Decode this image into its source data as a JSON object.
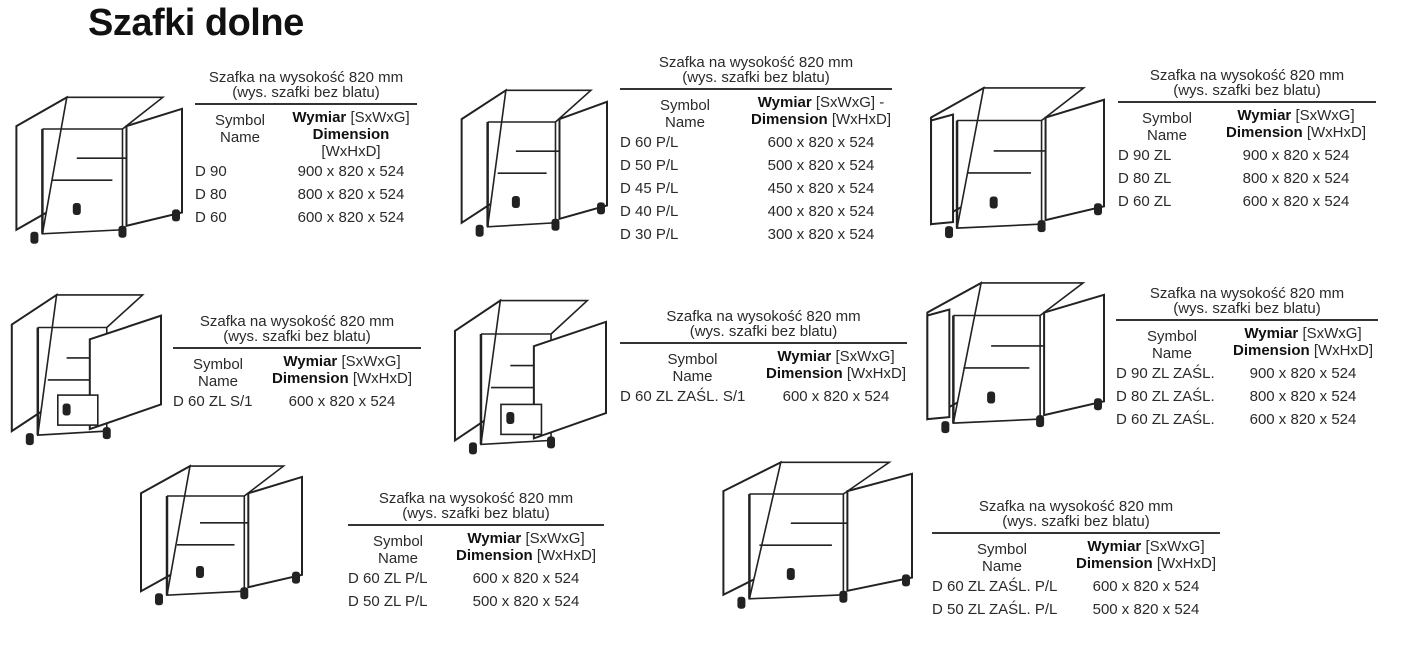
{
  "title": "Szafki dolne",
  "blocks": [
    {
      "caption1": "Szafka na wysokość 820 mm",
      "caption2": "(wys. szafki bez blatu)",
      "symbol": "Symbol",
      "name": "Name",
      "wymiar": "Wymiar",
      "sxwxg": "[SxWxG]",
      "dimension": "Dimension",
      "wxhxd": "[WxHxD]",
      "extra": "",
      "rows": [
        {
          "s": "D 90",
          "d": "900 x 820 x 524"
        },
        {
          "s": "D 80",
          "d": "800 x 820 x 524"
        },
        {
          "s": "D 60",
          "d": "600 x 820 x 524"
        }
      ]
    },
    {
      "caption1": "Szafka na wysokość 820 mm",
      "caption2": "(wys. szafki bez blatu)",
      "symbol": "Symbol",
      "name": "Name",
      "wymiar": "Wymiar",
      "sxwxg": "[SxWxG]",
      "dimension": "Dimension",
      "wxhxd": "[WxHxD]",
      "extra": " -",
      "rows": [
        {
          "s": "D 60 P/L",
          "d": "600 x 820 x 524"
        },
        {
          "s": "D 50 P/L",
          "d": "500 x 820 x 524"
        },
        {
          "s": "D 45 P/L",
          "d": "450 x 820 x 524"
        },
        {
          "s": "D 40 P/L",
          "d": "400 x 820 x 524"
        },
        {
          "s": "D 30 P/L",
          "d": "300 x 820 x 524"
        }
      ]
    },
    {
      "caption1": "Szafka na wysokość 820 mm",
      "caption2": "(wys. szafki bez blatu)",
      "symbol": "Symbol",
      "name": "Name",
      "wymiar": "Wymiar",
      "sxwxg": "[SxWxG]",
      "dimension": "Dimension",
      "wxhxd": "[WxHxD]",
      "extra": "",
      "rows": [
        {
          "s": "D 90 ZL",
          "d": "900 x 820 x 524"
        },
        {
          "s": "D 80 ZL",
          "d": "800 x 820 x 524"
        },
        {
          "s": "D 60 ZL",
          "d": "600 x 820 x 524"
        }
      ]
    },
    {
      "caption1": "Szafka na wysokość 820 mm",
      "caption2": "(wys. szafki bez blatu)",
      "symbol": "Symbol",
      "name": "Name",
      "wymiar": "Wymiar",
      "sxwxg": "[SxWxG]",
      "dimension": "Dimension",
      "wxhxd": "[WxHxD]",
      "extra": "",
      "rows": [
        {
          "s": "D 60 ZL S/1",
          "d": "600 x 820 x 524"
        }
      ]
    },
    {
      "caption1": "Szafka na wysokość 820 mm",
      "caption2": "(wys. szafki bez blatu)",
      "symbol": "Symbol",
      "name": "Name",
      "wymiar": "Wymiar",
      "sxwxg": "[SxWxG]",
      "dimension": "Dimension",
      "wxhxd": "[WxHxD]",
      "extra": "",
      "rows": [
        {
          "s": "D 60 ZL ZAŚL. S/1",
          "d": "600 x 820 x 524"
        }
      ]
    },
    {
      "caption1": "Szafka na wysokość 820 mm",
      "caption2": "(wys. szafki bez blatu)",
      "symbol": "Symbol",
      "name": "Name",
      "wymiar": "Wymiar",
      "sxwxg": "[SxWxG]",
      "dimension": "Dimension",
      "wxhxd": "[WxHxD]",
      "extra": "",
      "rows": [
        {
          "s": "D 90 ZL ZAŚL.",
          "d": "900 x 820 x 524"
        },
        {
          "s": "D 80 ZL ZAŚL.",
          "d": "800 x 820 x 524"
        },
        {
          "s": "D 60 ZL ZAŚL.",
          "d": "600 x 820 x 524"
        }
      ]
    },
    {
      "caption1": "Szafka na wysokość 820 mm",
      "caption2": "(wys. szafki bez blatu)",
      "symbol": "Symbol",
      "name": "Name",
      "wymiar": "Wymiar",
      "sxwxg": "[SxWxG]",
      "dimension": "Dimension",
      "wxhxd": "[WxHxD]",
      "extra": "",
      "rows": [
        {
          "s": "D 60 ZL P/L",
          "d": "600 x 820 x 524"
        },
        {
          "s": "D 50 ZL P/L",
          "d": "500 x 820 x 524"
        }
      ]
    },
    {
      "caption1": "Szafka na wysokość 820 mm",
      "caption2": "(wys. szafki bez blatu)",
      "symbol": "Symbol",
      "name": "Name",
      "wymiar": "Wymiar",
      "sxwxg": "[SxWxG]",
      "dimension": "Dimension",
      "wxhxd": "[WxHxD]",
      "extra": "",
      "rows": [
        {
          "s": "D 60 ZL ZAŚL. P/L",
          "d": "600 x 820 x 524"
        },
        {
          "s": "D 50 ZL ZAŚL. P/L",
          "d": "500 x 820 x 524"
        }
      ]
    }
  ]
}
